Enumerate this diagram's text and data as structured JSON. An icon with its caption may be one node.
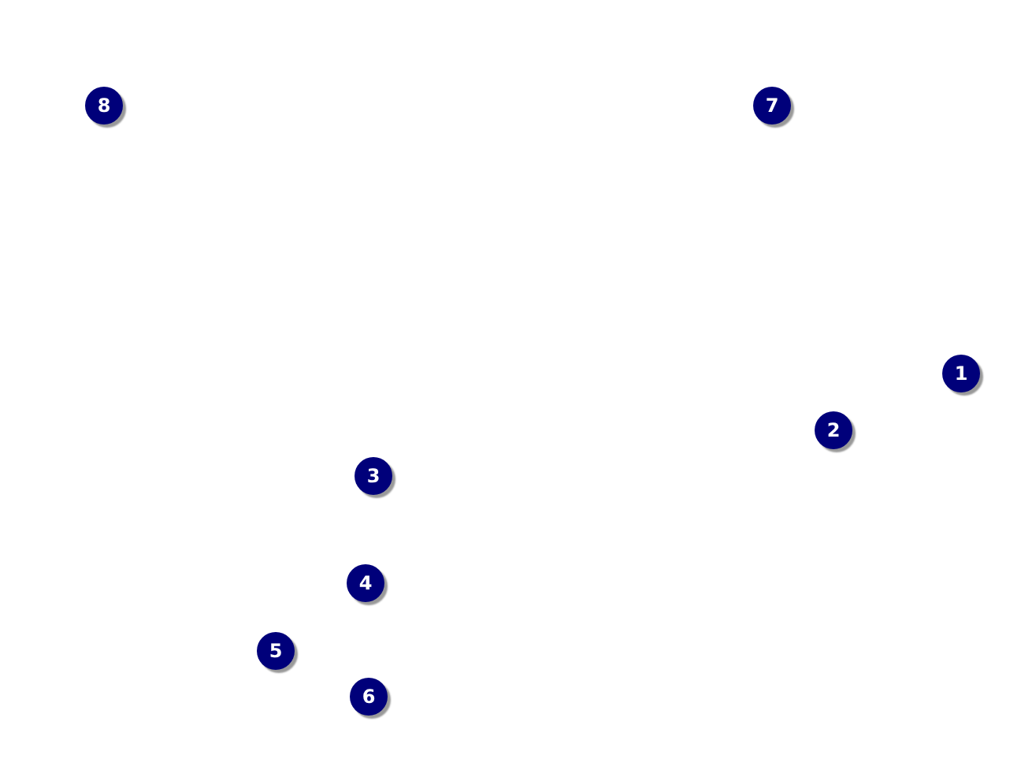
{
  "diagram": {
    "labels": [
      "8",
      "7",
      "1",
      "2",
      "3",
      "4",
      "5",
      "6"
    ]
  }
}
